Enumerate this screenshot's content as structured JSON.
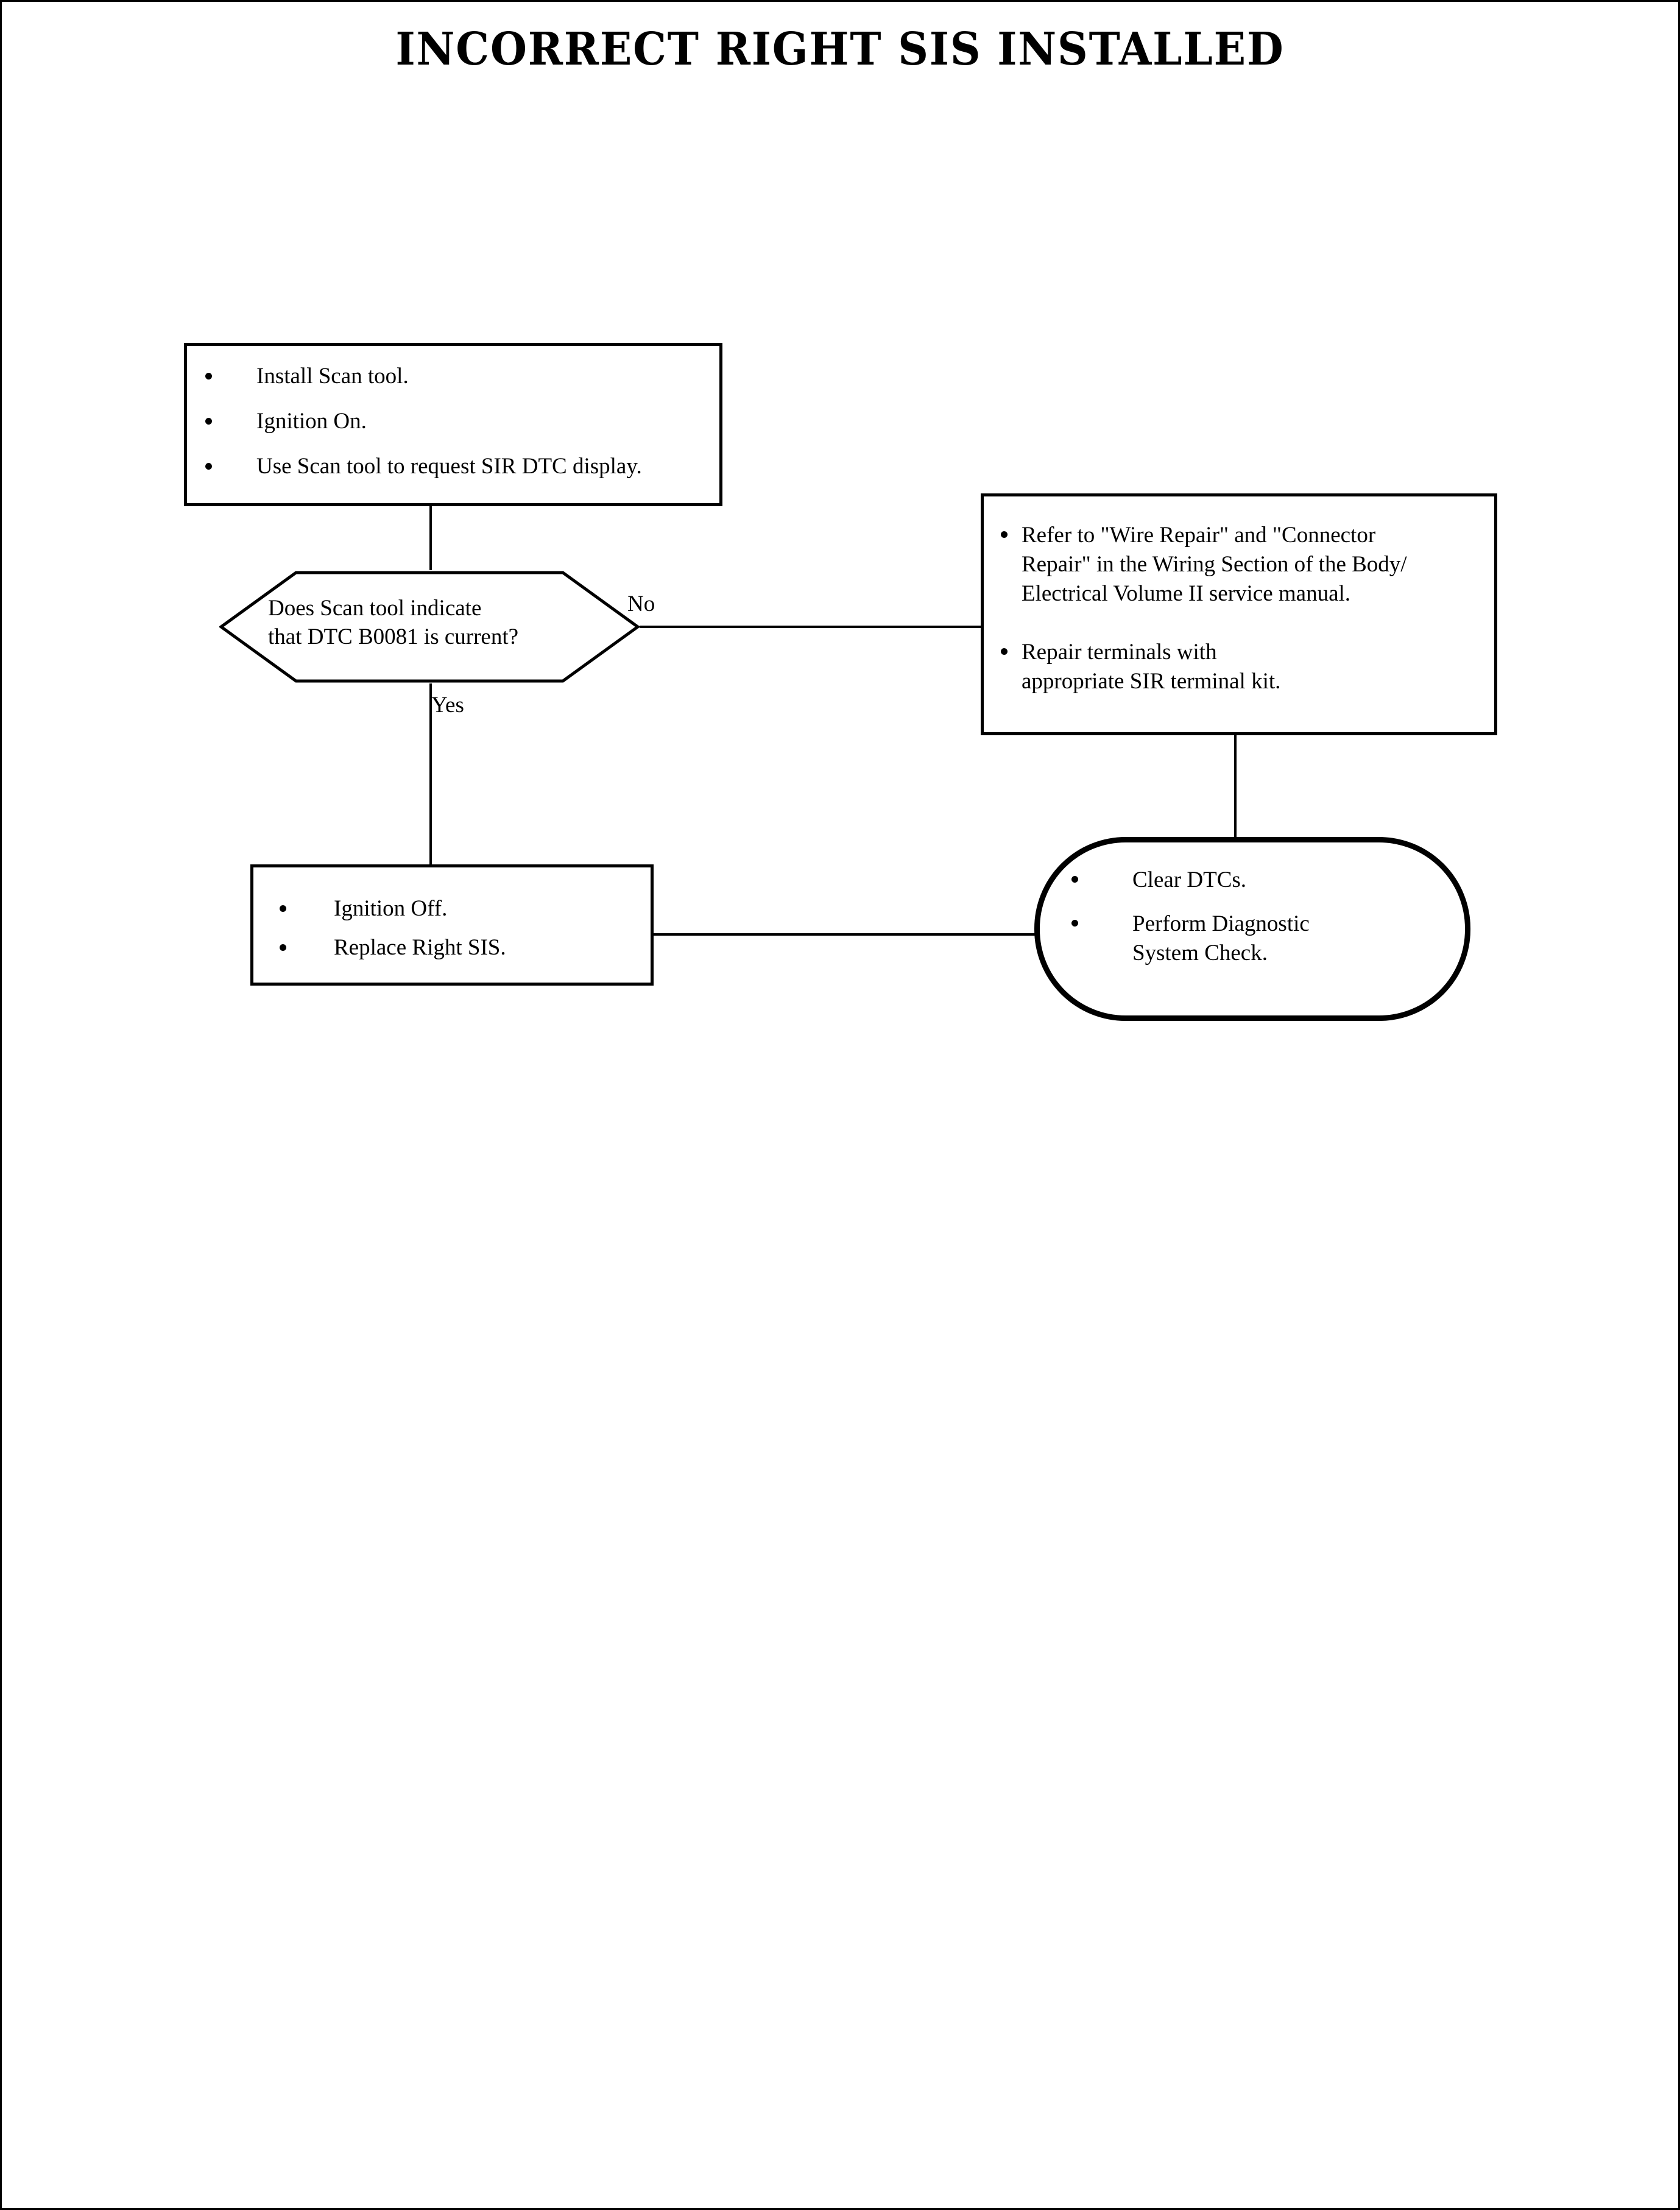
{
  "document": {
    "title": "INCORRECT RIGHT SIS INSTALLED"
  },
  "colors": {
    "background": "#ffffff",
    "stroke": "#000000",
    "text": "#000000"
  },
  "flowchart": {
    "type": "diagnostic-flowchart",
    "nodes": [
      {
        "id": "install",
        "shape": "rectangle",
        "bullets": [
          "Install Scan tool.",
          "Ignition On.",
          "Use Scan tool to request SIR DTC display."
        ]
      },
      {
        "id": "decision",
        "shape": "hexagon",
        "text": "Does Scan tool indicate\nthat DTC B0081 is current?"
      },
      {
        "id": "repair",
        "shape": "rectangle",
        "bullets": [
          "Refer to \"Wire Repair\" and \"Connector\nRepair\" in the Wiring Section of the Body/\nElectrical Volume II service manual.",
          "Repair terminals with\nappropriate SIR terminal kit."
        ]
      },
      {
        "id": "replace",
        "shape": "rectangle",
        "bullets": [
          "Ignition Off.",
          "Replace Right SIS."
        ]
      },
      {
        "id": "clear",
        "shape": "rounded-terminal",
        "bullets": [
          "Clear DTCs.",
          "Perform Diagnostic\nSystem Check."
        ]
      }
    ],
    "edges": [
      {
        "from": "install",
        "to": "decision",
        "label": ""
      },
      {
        "from": "decision",
        "to": "repair",
        "label": "No"
      },
      {
        "from": "decision",
        "to": "replace",
        "label": "Yes"
      },
      {
        "from": "repair",
        "to": "clear",
        "label": ""
      },
      {
        "from": "replace",
        "to": "clear",
        "label": ""
      }
    ],
    "labels": {
      "no": "No",
      "yes": "Yes"
    }
  }
}
